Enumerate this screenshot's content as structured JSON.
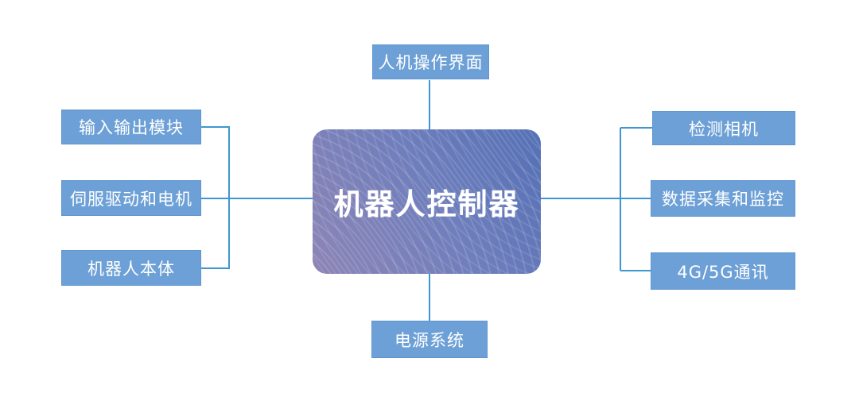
{
  "diagram": {
    "center_node": {
      "label": "机器人控制器"
    },
    "top_node": {
      "label": "人机操作界面"
    },
    "bottom_node": {
      "label": "电源系统"
    },
    "left_nodes": [
      {
        "label": "输入输出模块"
      },
      {
        "label": "伺服驱动和电机"
      },
      {
        "label": "机器人本体"
      }
    ],
    "right_nodes": [
      {
        "label": "检测相机"
      },
      {
        "label": "数据采集和监控"
      },
      {
        "label": "4G/5G通讯"
      }
    ],
    "colors": {
      "background": "#FFFFFF",
      "peripheral_node_fill": "#6DA0D6",
      "peripheral_node_border": "#5E97D0",
      "node_text": "#FFFFFF",
      "connector_line": "#3F97D1",
      "center_gradient_start": "#8D85B6",
      "center_gradient_end": "#5470B5"
    }
  }
}
